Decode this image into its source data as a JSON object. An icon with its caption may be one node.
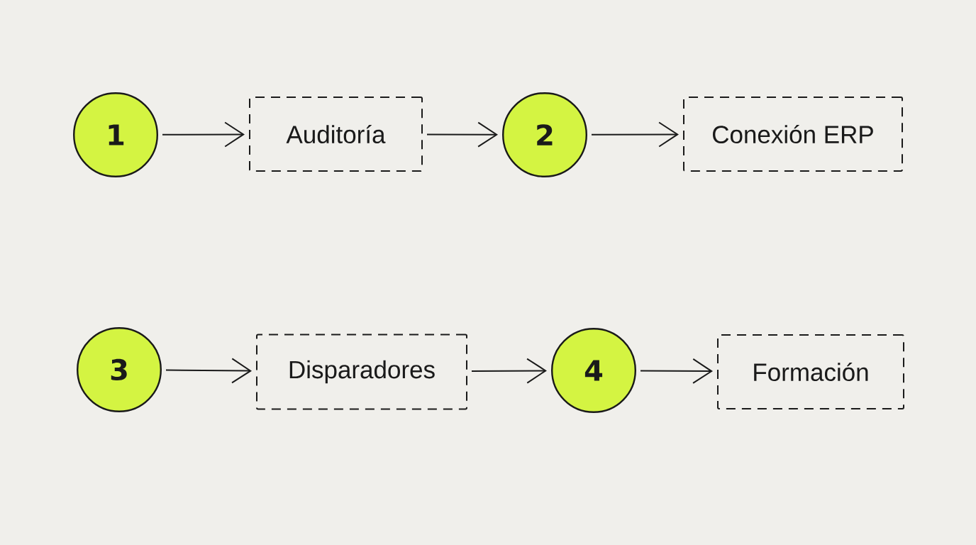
{
  "diagram": {
    "nodes": [
      {
        "text": [
          "1"
        ]
      },
      {
        "text": [
          "Auditoría"
        ]
      },
      {
        "text": [
          "2"
        ]
      },
      {
        "text": [
          "Conexión ERP"
        ]
      },
      {
        "text": [
          "3"
        ]
      },
      {
        "text": [
          "Disparadores"
        ]
      },
      {
        "text": [
          "4"
        ]
      },
      {
        "text": [
          "Formación"
        ]
      }
    ],
    "edges": [
      {
        "from": 0,
        "to": 1,
        "arrow": "to"
      },
      {
        "from": 1,
        "to": 2,
        "arrow": "to"
      },
      {
        "from": 2,
        "to": 3,
        "arrow": "to"
      },
      {
        "from": 4,
        "to": 5,
        "arrow": "to"
      },
      {
        "from": 5,
        "to": 6,
        "arrow": "to"
      },
      {
        "from": 6,
        "to": 7,
        "arrow": "to"
      }
    ]
  }
}
